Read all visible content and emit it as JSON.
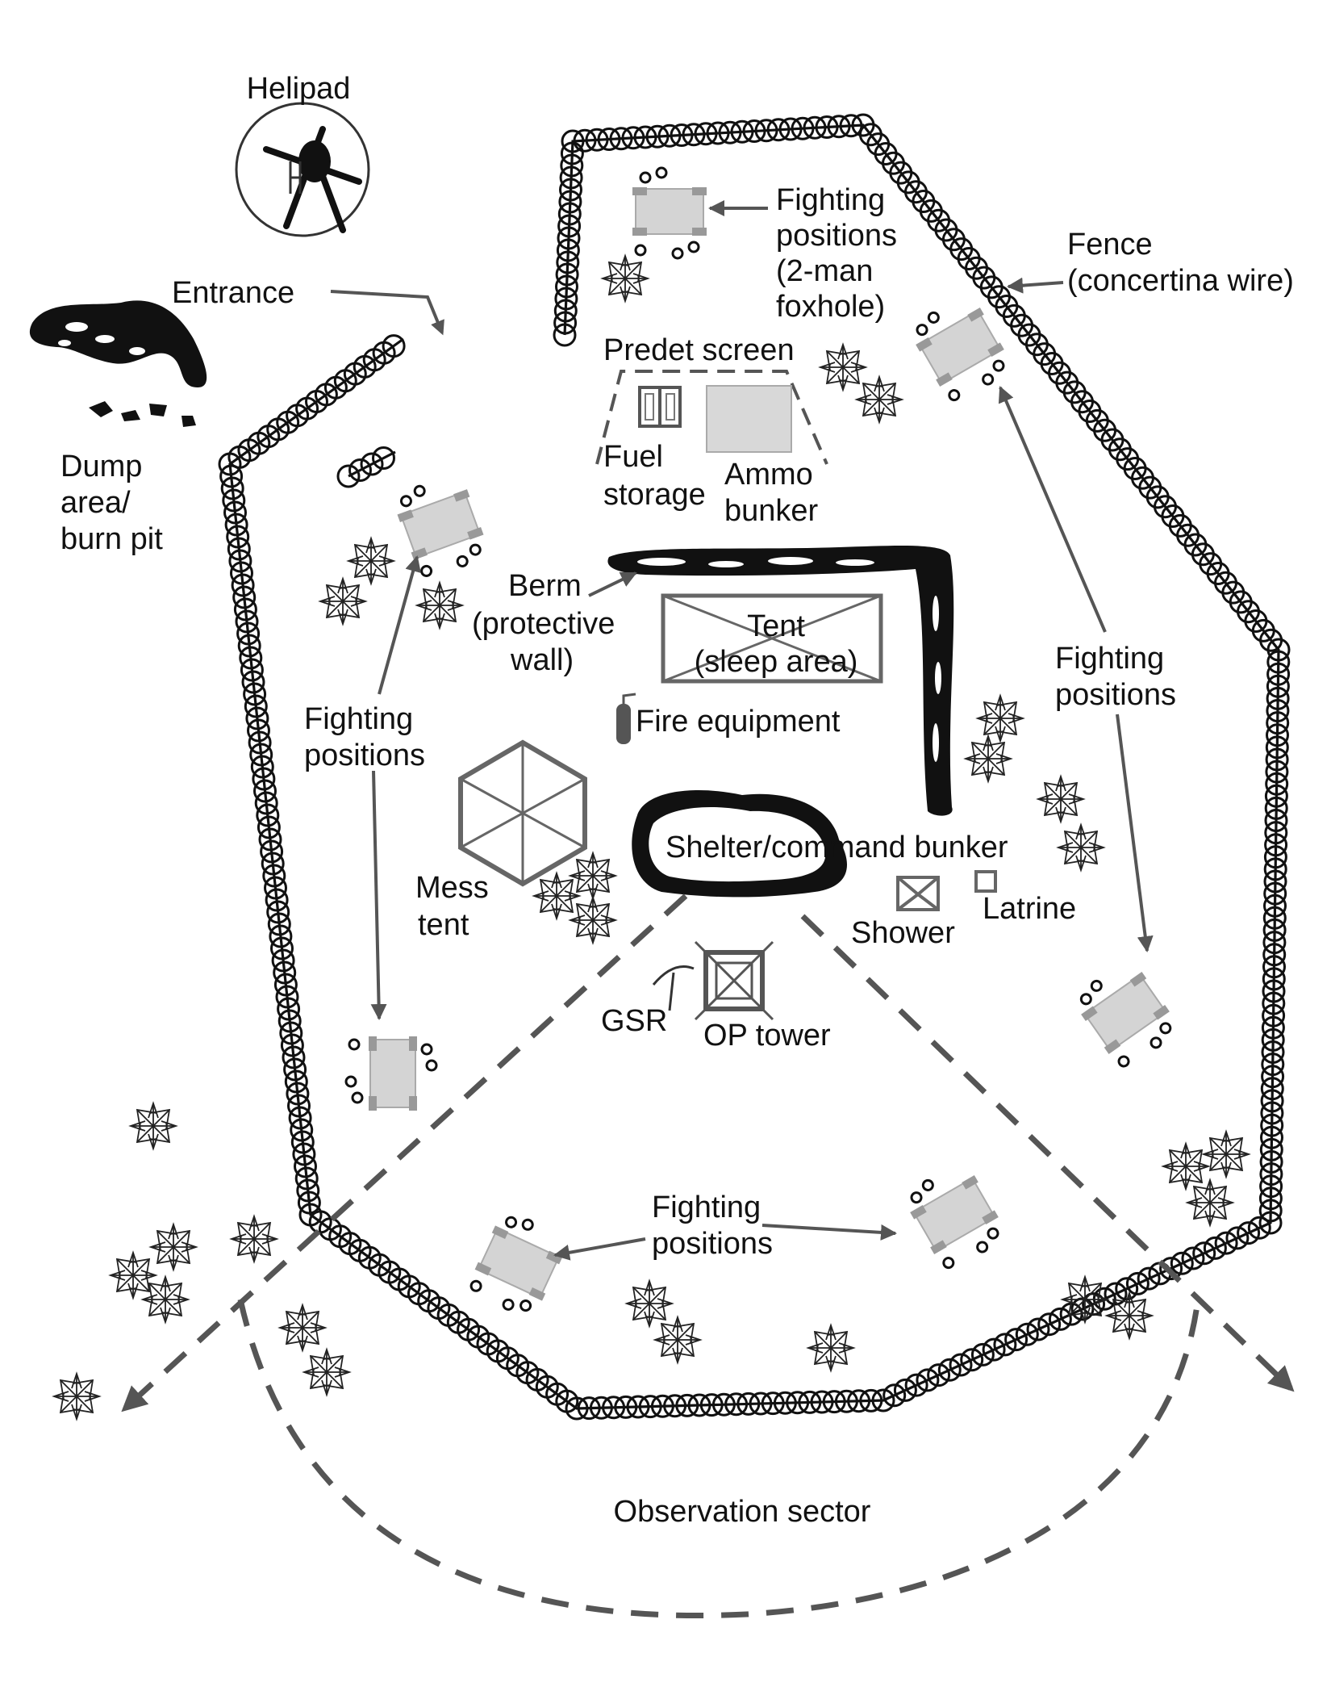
{
  "labels": {
    "helipad": "Helipad",
    "entrance": "Entrance",
    "dump_line1": "Dump",
    "dump_line2": "area/",
    "dump_line3": "burn pit",
    "fp_top_line1": "Fighting",
    "fp_top_line2": "positions",
    "fp_top_line3": "(2-man",
    "fp_top_line4": "foxhole)",
    "fence_line1": "Fence",
    "fence_line2": "(concertina wire)",
    "predet_screen": "Predet screen",
    "fuel_line1": "Fuel",
    "fuel_line2": "storage",
    "ammo_line1": "Ammo",
    "ammo_line2": "bunker",
    "berm_line1": "Berm",
    "berm_line2": "(protective",
    "berm_line3": "wall)",
    "tent_line1": "Tent",
    "tent_line2": "(sleep area)",
    "fire_equipment": "Fire equipment",
    "fp_left_line1": "Fighting",
    "fp_left_line2": "positions",
    "fp_right_line1": "Fighting",
    "fp_right_line2": "positions",
    "mess_line1": "Mess",
    "mess_line2": "tent",
    "shelter": "Shelter/command bunker",
    "latrine": "Latrine",
    "shower": "Shower",
    "gsr": "GSR",
    "op_tower": "OP tower",
    "fp_bottom_line1": "Fighting",
    "fp_bottom_line2": "positions",
    "observation_sector": "Observation sector"
  },
  "colors": {
    "line": "#111111",
    "arrow": "#555555",
    "position_fill": "#d4d4d4",
    "position_edge": "#999999",
    "structure": "#666666"
  }
}
